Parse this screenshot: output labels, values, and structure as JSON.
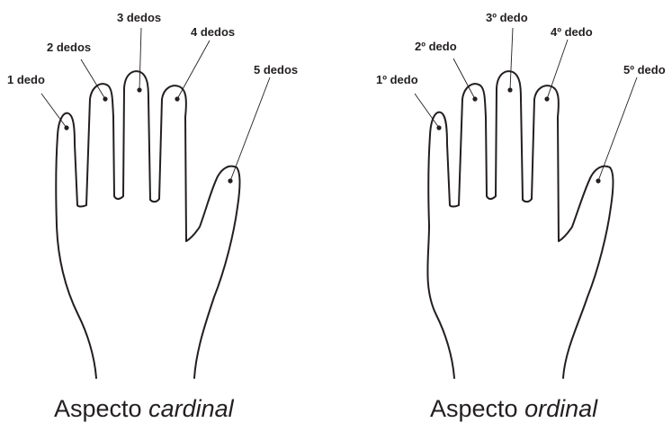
{
  "panels": [
    {
      "id": "cardinal",
      "caption_prefix": "Aspecto ",
      "caption_emphasis": "cardinal",
      "fingers": [
        {
          "label": "1 dedo"
        },
        {
          "label": "2 dedos"
        },
        {
          "label": "3 dedos"
        },
        {
          "label": "4 dedos"
        },
        {
          "label": "5 dedos"
        }
      ]
    },
    {
      "id": "ordinal",
      "caption_prefix": "Aspecto ",
      "caption_emphasis": "ordinal",
      "fingers": [
        {
          "label": "1º dedo"
        },
        {
          "label": "2º dedo"
        },
        {
          "label": "3º dedo"
        },
        {
          "label": "4º dedo"
        },
        {
          "label": "5º dedo"
        }
      ]
    }
  ],
  "colors": {
    "ink": "#231f20",
    "background": "#ffffff"
  }
}
